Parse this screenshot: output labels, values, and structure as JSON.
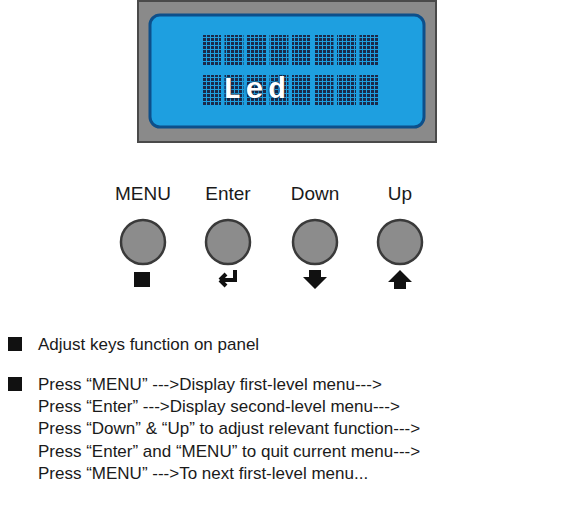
{
  "diagram": {
    "nodes": [
      {
        "text": [
          "Led"
        ]
      },
      {
        "text": [
          "MENU"
        ]
      },
      {
        "text": [
          "Enter"
        ]
      },
      {
        "text": [
          "Down"
        ]
      },
      {
        "text": [
          "Up"
        ]
      }
    ],
    "labels": [
      "Adjust keys function on panel",
      "Press “MENU” --->Display first-level menu--->",
      "Press “Enter” --->Display second-level menu--->",
      "Press “Down” & “Up” to adjust relevant function--->",
      "Press “Enter” and “MENU” to quit current menu--->",
      "Press “MENU” --->To next first-level menu..."
    ]
  }
}
